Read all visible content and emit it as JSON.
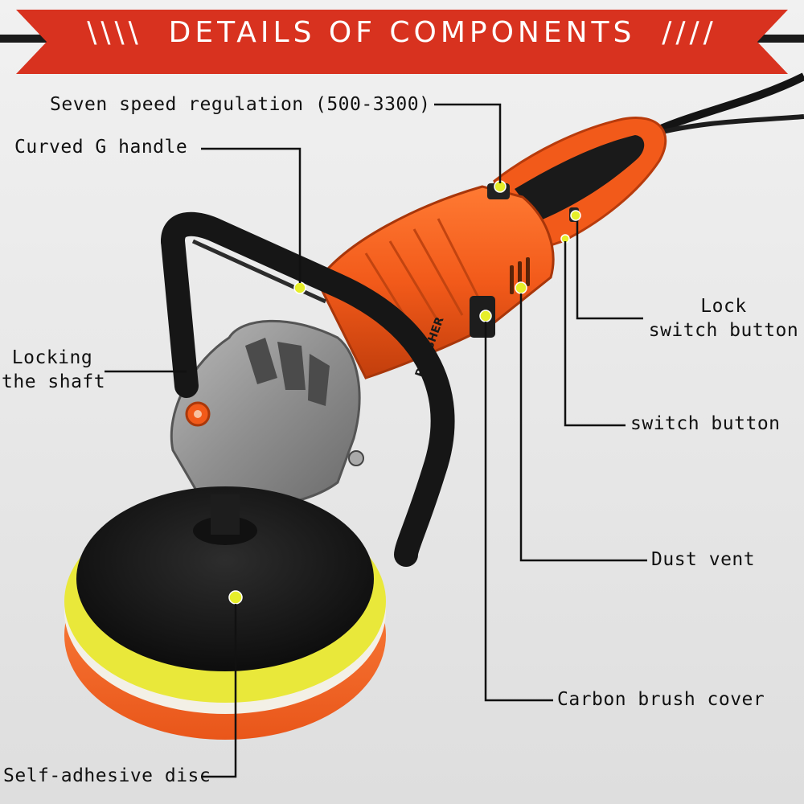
{
  "banner": {
    "title": "\\\\\\\\  DETAILS OF COMPONENTS  ////",
    "color": "#d8321f"
  },
  "callouts": {
    "speed": "Seven speed regulation (500-3300)",
    "handle": "Curved G handle",
    "lock_shaft_1": "Locking",
    "lock_shaft_2": "the shaft",
    "lock_switch_1": "Lock",
    "lock_switch_2": "switch button",
    "switch": "switch button",
    "dust": "Dust vent",
    "carbon": "Carbon brush cover",
    "disc": "Self-adhesive disc"
  },
  "product": {
    "body_color": "#f25a1a",
    "handle_color": "#1a1a1a",
    "pad_color": "#f26a2a",
    "pad_rim_color": "#e9e83a",
    "marker_color": "#e6ee2a",
    "brand_text": "POLISHER"
  }
}
